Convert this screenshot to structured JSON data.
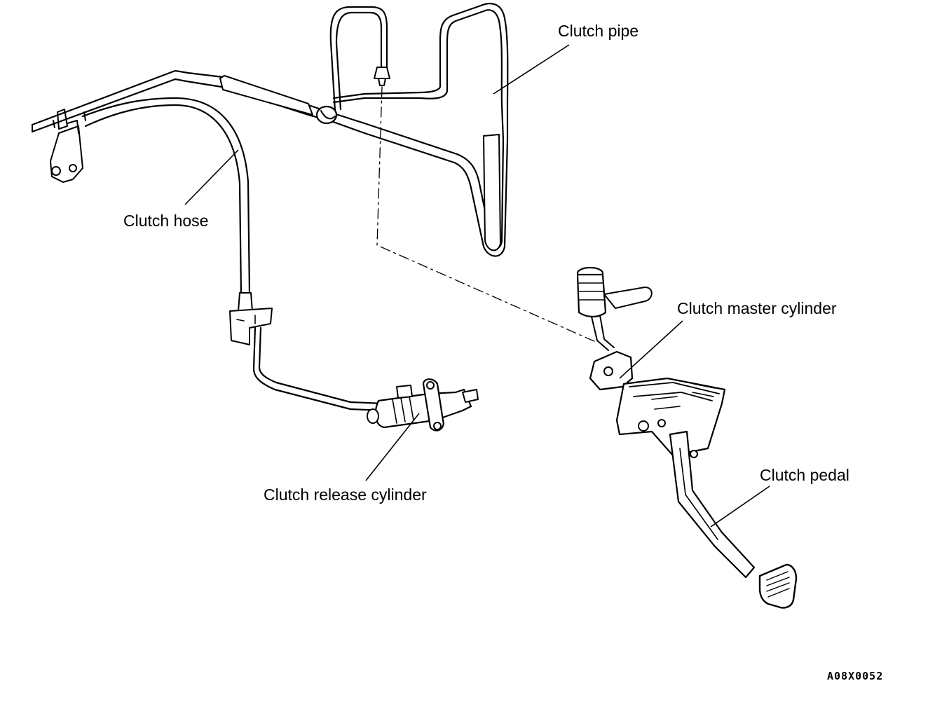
{
  "labels": {
    "clutch_pipe": "Clutch pipe",
    "clutch_hose": "Clutch hose",
    "clutch_master_cylinder": "Clutch master cylinder",
    "clutch_release_cylinder": "Clutch release cylinder",
    "clutch_pedal": "Clutch pedal"
  },
  "figure_code": "A08X0052",
  "colors": {
    "ink": "#000000",
    "background": "#ffffff"
  }
}
